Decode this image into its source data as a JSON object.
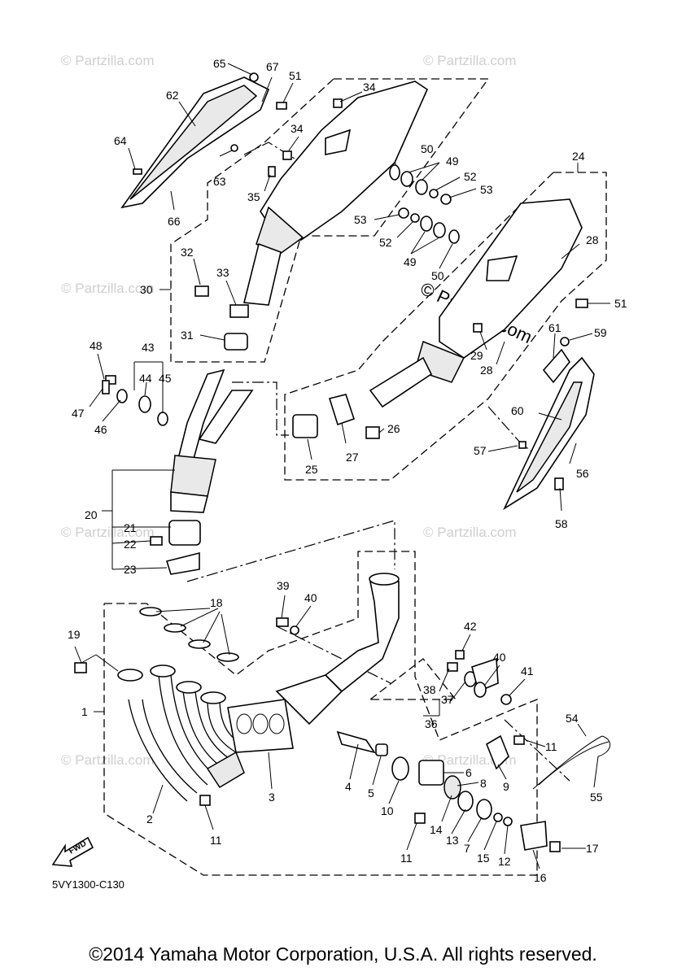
{
  "watermark": {
    "text": "© Partzilla.com",
    "center_text": "© Partzilla.com"
  },
  "fwd_label": "FWD",
  "diagram_code": "5VY1300-C130",
  "copyright": "©2014 Yamaha Motor Corporation, U.S.A. All rights reserved.",
  "callouts": {
    "c1": "1",
    "c2": "2",
    "c3": "3",
    "c4": "4",
    "c5": "5",
    "c6": "6",
    "c7": "7",
    "c8": "8",
    "c9": "9",
    "c10": "10",
    "c11a": "11",
    "c11b": "11",
    "c11c": "11",
    "c12": "12",
    "c13": "13",
    "c14": "14",
    "c15": "15",
    "c16": "16",
    "c17": "17",
    "c18": "18",
    "c19": "19",
    "c20": "20",
    "c21": "21",
    "c22": "22",
    "c23": "23",
    "c24": "24",
    "c25": "25",
    "c26": "26",
    "c27": "27",
    "c28a": "28",
    "c28b": "28",
    "c29": "29",
    "c30": "30",
    "c31": "31",
    "c32": "32",
    "c33": "33",
    "c34a": "34",
    "c34b": "34",
    "c35": "35",
    "c36": "36",
    "c37": "37",
    "c38": "38",
    "c39": "39",
    "c40a": "40",
    "c40b": "40",
    "c41": "41",
    "c42": "42",
    "c43": "43",
    "c44": "44",
    "c45": "45",
    "c46": "46",
    "c47": "47",
    "c48": "48",
    "c49a": "49",
    "c49b": "49",
    "c50a": "50",
    "c50b": "50",
    "c51a": "51",
    "c51b": "51",
    "c52a": "52",
    "c52b": "52",
    "c53a": "53",
    "c53b": "53",
    "c54": "54",
    "c55": "55",
    "c56": "56",
    "c57": "57",
    "c58": "58",
    "c59": "59",
    "c60": "60",
    "c61": "61",
    "c62": "62",
    "c63": "63",
    "c64": "64",
    "c65": "65",
    "c66": "66",
    "c67": "67"
  }
}
